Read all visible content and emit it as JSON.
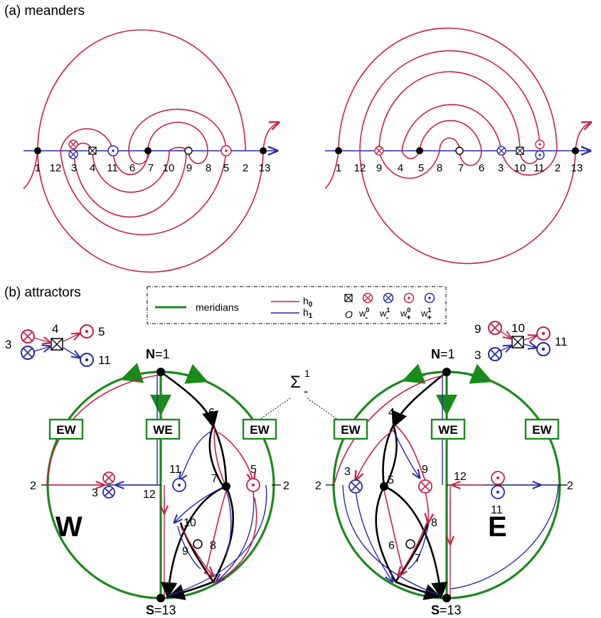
{
  "panel_a": {
    "title": "(a) meanders",
    "left_axis_labels": [
      "1",
      "12",
      "3",
      "4",
      "11",
      "6",
      "7",
      "10",
      "9",
      "8",
      "5",
      "2",
      "13"
    ],
    "right_axis_labels": [
      "1",
      "12",
      "9",
      "4",
      "5",
      "8",
      "7",
      "6",
      "3",
      "10",
      "11",
      "2",
      "13"
    ]
  },
  "panel_b": {
    "title": "(b) attractors",
    "legend": {
      "meridians": "meridians",
      "h0": "h",
      "h0_sub": "0",
      "h1": "h",
      "h1_sub": "1",
      "origin": "O",
      "w_labels": [
        {
          "main": "w",
          "sup": "0",
          "sub": "-"
        },
        {
          "main": "w",
          "sup": "1",
          "sub": "-"
        },
        {
          "main": "w",
          "sup": "0",
          "sub": "+"
        },
        {
          "main": "w",
          "sup": "1",
          "sub": "+"
        }
      ]
    },
    "left_inset": {
      "n3": "3",
      "n4": "4",
      "n5": "5",
      "n11": "11"
    },
    "right_inset": {
      "n9": "9",
      "n3": "3",
      "n10": "10",
      "n11": "11"
    },
    "sigma_base": "Σ",
    "sigma_sup": "1",
    "sigma_sub": "-",
    "box_ew": "EW",
    "box_we": "WE",
    "left_disk": {
      "letter": "W",
      "north_n": "N",
      "north_val": "=1",
      "south_s": "S",
      "south_val": "=13",
      "labels": {
        "l2a": "2",
        "l2b": "2",
        "l3": "3",
        "l12": "12",
        "l11": "11",
        "l7": "7",
        "l5": "5",
        "l6": "6",
        "l10": "10",
        "l9": "9",
        "l8": "8"
      }
    },
    "right_disk": {
      "letter": "E",
      "north_n": "N",
      "north_val": "=1",
      "south_s": "S",
      "south_val": "=13",
      "labels": {
        "l2a": "2",
        "l2b": "2",
        "l3": "3",
        "l4": "4",
        "l5": "5",
        "l9": "9",
        "l12": "12",
        "l11": "11",
        "l8": "8",
        "l6": "6",
        "l7": "7"
      }
    }
  }
}
